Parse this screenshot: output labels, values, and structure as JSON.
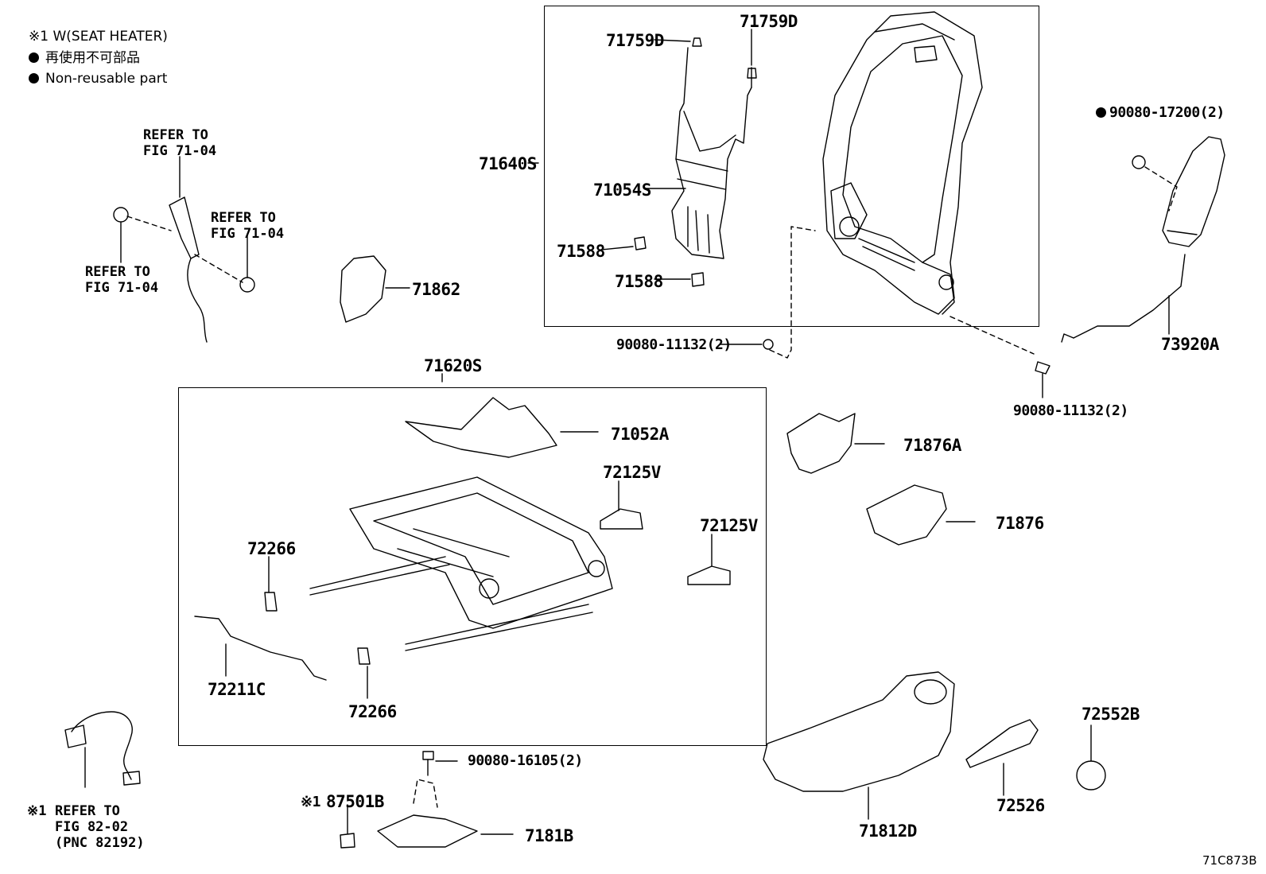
{
  "legend": {
    "seat_heater_note": "※1 W(SEAT HEATER)",
    "non_reusable_jp": "再使用不可部品",
    "non_reusable_en": "Non-reusable part"
  },
  "refs": {
    "refer_top": "REFER TO\nFIG 71-04",
    "refer_right": "REFER TO\nFIG 71-04",
    "refer_left": "REFER TO\nFIG 71-04",
    "refer_harness_mark": "※1",
    "refer_harness": "REFER TO\nFIG 82-02\n(PNC 82192)"
  },
  "parts": {
    "p71759D_a": "71759D",
    "p71759D_b": "71759D",
    "p71640S": "71640S",
    "p71054S": "71054S",
    "p71588_a": "71588",
    "p71588_b": "71588",
    "p71862": "71862",
    "p90080_11132_a": "90080-11132(2)",
    "p90080_11132_b": "90080-11132(2)",
    "p90080_17200": "90080-17200(2)",
    "p73920A": "73920A",
    "p71620S": "71620S",
    "p71052A": "71052A",
    "p72125V_a": "72125V",
    "p72125V_b": "72125V",
    "p72266_a": "72266",
    "p72266_b": "72266",
    "p72211C": "72211C",
    "p71876A": "71876A",
    "p71876": "71876",
    "p90080_16105": "90080-16105(2)",
    "p87501B_mark": "※1",
    "p87501B": "87501B",
    "p7181B": "7181B",
    "p71812D": "71812D",
    "p72526": "72526",
    "p72552B": "72552B"
  },
  "figure_id": "71C873B"
}
